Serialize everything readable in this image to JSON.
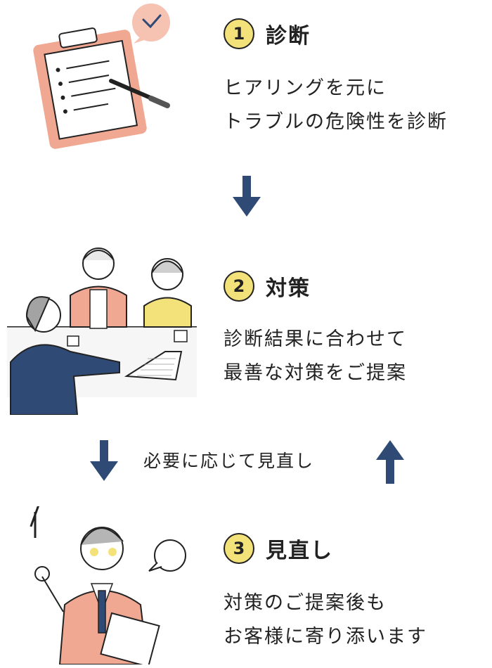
{
  "steps": [
    {
      "number": "1",
      "title": "診断",
      "lines": [
        "ヒアリングを元に",
        "トラブルの危険性を診断"
      ]
    },
    {
      "number": "2",
      "title": "対策",
      "lines": [
        "診断結果に合わせて",
        "最善な対策をご提案"
      ]
    },
    {
      "number": "3",
      "title": "見直し",
      "lines": [
        "対策のご提案後も",
        "お客様に寄り添います"
      ]
    }
  ],
  "review_label": "必要に応じて見直し",
  "colors": {
    "arrow": "#2f4a75",
    "badge": "#f3e17a",
    "accent": "#f0a892"
  },
  "icons": [
    "clipboard-icon",
    "checkmark-bubble-icon",
    "arrow-down-icon",
    "arrow-up-icon",
    "meeting-illustration",
    "presenter-illustration"
  ]
}
